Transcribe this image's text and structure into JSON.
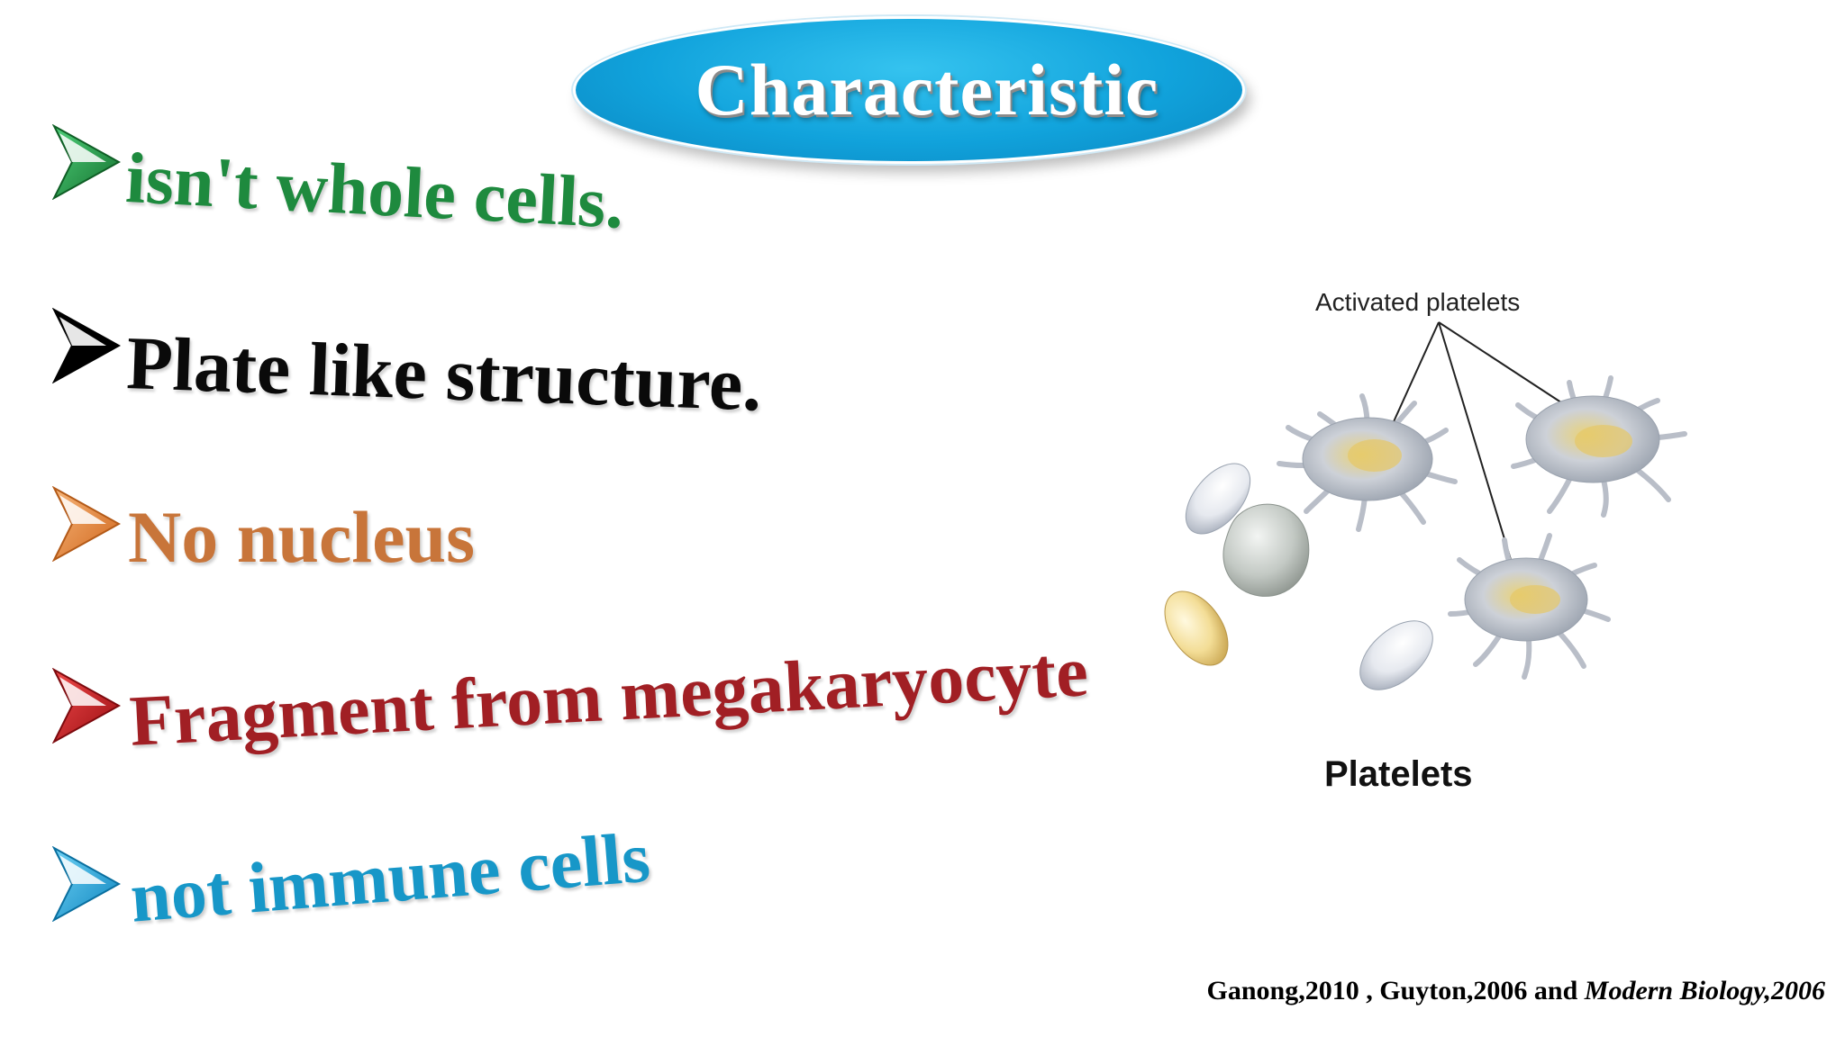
{
  "title": "Characteristic",
  "bullets": [
    {
      "text": "isn't whole cells.",
      "color": "#1e8a3e"
    },
    {
      "text": "Plate like structure.",
      "color": "#0a0a0a"
    },
    {
      "text": "No nucleus",
      "color": "#c8753a"
    },
    {
      "text": "Fragment from megakaryocyte",
      "color": "#a11f24"
    },
    {
      "text": "not immune cells",
      "color": "#1797c8"
    }
  ],
  "figure": {
    "label": "Activated platelets",
    "caption": "Platelets"
  },
  "citation": {
    "plain": "Ganong,2010 , Guyton,2006 and ",
    "italic": "Modern Biology,2006"
  },
  "colors": {
    "banner": "#11a3dc",
    "arrow_green": "#1e8a3e",
    "arrow_black": "#000000",
    "arrow_orange": "#e8843a",
    "arrow_red": "#c0171c",
    "arrow_blue": "#1aa3dc"
  },
  "icons": [
    "arrowhead-bullet-icon",
    "platelet-illustration"
  ]
}
